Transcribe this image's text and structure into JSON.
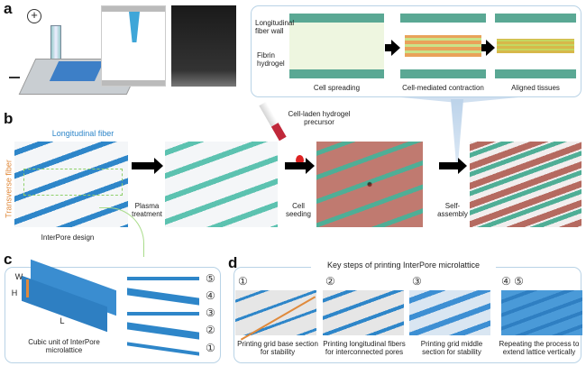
{
  "panel_labels": {
    "a": "a",
    "b": "b",
    "c": "c",
    "d": "d"
  },
  "a": {
    "callouts": {
      "wall": "Longitudinal fiber wall",
      "hydrogel": "Fibrin hydrogel"
    },
    "stages": [
      "Cell spreading",
      "Cell-mediated contraction",
      "Aligned tissues"
    ]
  },
  "b": {
    "longitudinal": "Longitudinal fiber",
    "transverse": "Transverse fiber",
    "design": "InterPore design",
    "precursor": "Cell-laden hydrogel precursor",
    "steps": [
      "Plasma treatment",
      "Cell seeding",
      "Self-assembly"
    ]
  },
  "c": {
    "dims": {
      "w": "W",
      "h": "H",
      "l": "L"
    },
    "caption": "Cubic unit of InterPore microlattice",
    "layers": [
      "⑤",
      "④",
      "③",
      "②",
      "①"
    ]
  },
  "d": {
    "title": "Key steps of printing InterPore microlattice",
    "steps": [
      {
        "num": "①",
        "caption": "Printing grid base section for stability"
      },
      {
        "num": "②",
        "caption": "Printing longitudinal fibers for interconnected pores"
      },
      {
        "num": "③",
        "caption": "Printing grid middle section for stability"
      },
      {
        "num": "④ ⑤",
        "caption": "Repeating the process to extend lattice vertically"
      }
    ]
  },
  "colors": {
    "longitudinal": "#2e86c9",
    "transverse": "#e08a3c",
    "treated": "#5cc2b0",
    "cells": "#c07a70",
    "box_border": "#b9d3e6"
  }
}
